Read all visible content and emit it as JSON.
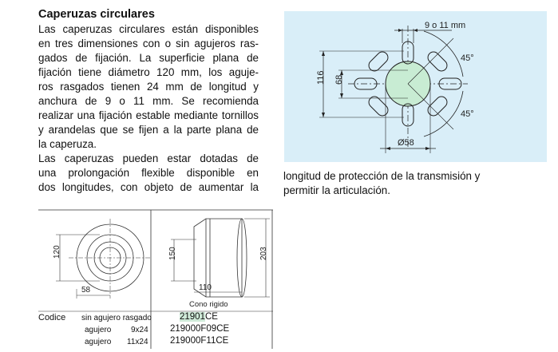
{
  "heading": "Caperuzas circulares",
  "paragraph_lines": [
    "Las caperuzas circulares están disponibles",
    "en tres dimensiones con o sin agujeros ras-",
    "gados de fijación. La superficie plana de",
    "fijación tiene diámetro 120 mm, los aguje-",
    "ros rasgados tienen 24 mm de longitud y",
    "anchura de 9 o 11 mm.  Se recomienda",
    "realizar una fijación estable mediante tornillos",
    "y arandelas que se fijen a la parte plana de",
    "la caperuza.",
    "Las caperuzas pueden estar dotadas de",
    "una prolongación flexible disponible en",
    "dos longitudes, con objeto de aumentar la"
  ],
  "caption_lines": [
    "longitud de protección de la transmisión y",
    "permitir la articulación."
  ],
  "flange_drawing": {
    "slot_dim": "9 o 11 mm",
    "height_outer": "116",
    "height_inner": "68",
    "angle_top": "45°",
    "angle_bottom": "45°",
    "diameter": "Ø58",
    "colors": {
      "background": "#d9eef8",
      "center_fill": "#c8ecd3"
    }
  },
  "cap_drawing": {
    "front_height": "120",
    "front_width": "58",
    "side_inner_height": "150",
    "side_outer_height": "203",
    "side_length": "110",
    "cone_label": "Cono rigido"
  },
  "code_table": {
    "header_label": "Codice",
    "rows": [
      {
        "desc": "sin agujero rasgado",
        "size": "",
        "code_prefix": "21901",
        "code_suffix": "CE"
      },
      {
        "desc": "agujero",
        "size": "9x24",
        "code_prefix": "219000F09CE",
        "code_suffix": ""
      },
      {
        "desc": "agujero",
        "size": "11x24",
        "code_prefix": "219000F11CE",
        "code_suffix": ""
      }
    ]
  }
}
